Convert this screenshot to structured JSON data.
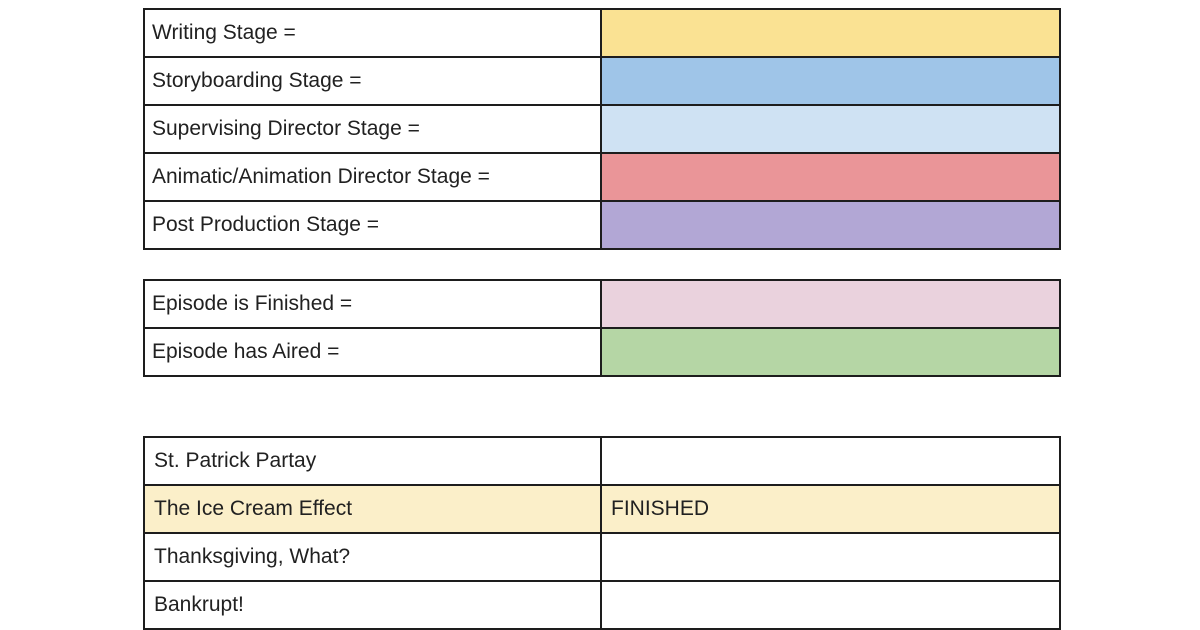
{
  "page": {
    "background": "#ffffff",
    "border_color": "#1d1d1d",
    "text_color": "#212121"
  },
  "legend_stages": {
    "rows": [
      {
        "label": "Writing Stage =",
        "color": "#fae293",
        "color_name": "yellow"
      },
      {
        "label": "Storyboarding Stage =",
        "color": "#9fc5e8",
        "color_name": "blue"
      },
      {
        "label": "Supervising Director Stage =",
        "color": "#cfe2f3",
        "color_name": "light-blue"
      },
      {
        "label": "Animatic/Animation Director Stage =",
        "color": "#ea9598",
        "color_name": "red"
      },
      {
        "label": "Post Production Stage =",
        "color": "#b2a7d5",
        "color_name": "purple"
      }
    ]
  },
  "legend_status": {
    "rows": [
      {
        "label": "Episode is Finished =",
        "color": "#ead2dd",
        "color_name": "pink"
      },
      {
        "label": "Episode has Aired =",
        "color": "#b5d6a5",
        "color_name": "green"
      }
    ]
  },
  "episodes": {
    "rows": [
      {
        "title": "St. Patrick Partay",
        "status": "",
        "highlight": ""
      },
      {
        "title": "The Ice Cream Effect",
        "status": "FINISHED",
        "highlight": "#fbefc9"
      },
      {
        "title": "Thanksgiving, What?",
        "status": "",
        "highlight": ""
      },
      {
        "title": "Bankrupt!",
        "status": "",
        "highlight": ""
      }
    ]
  }
}
